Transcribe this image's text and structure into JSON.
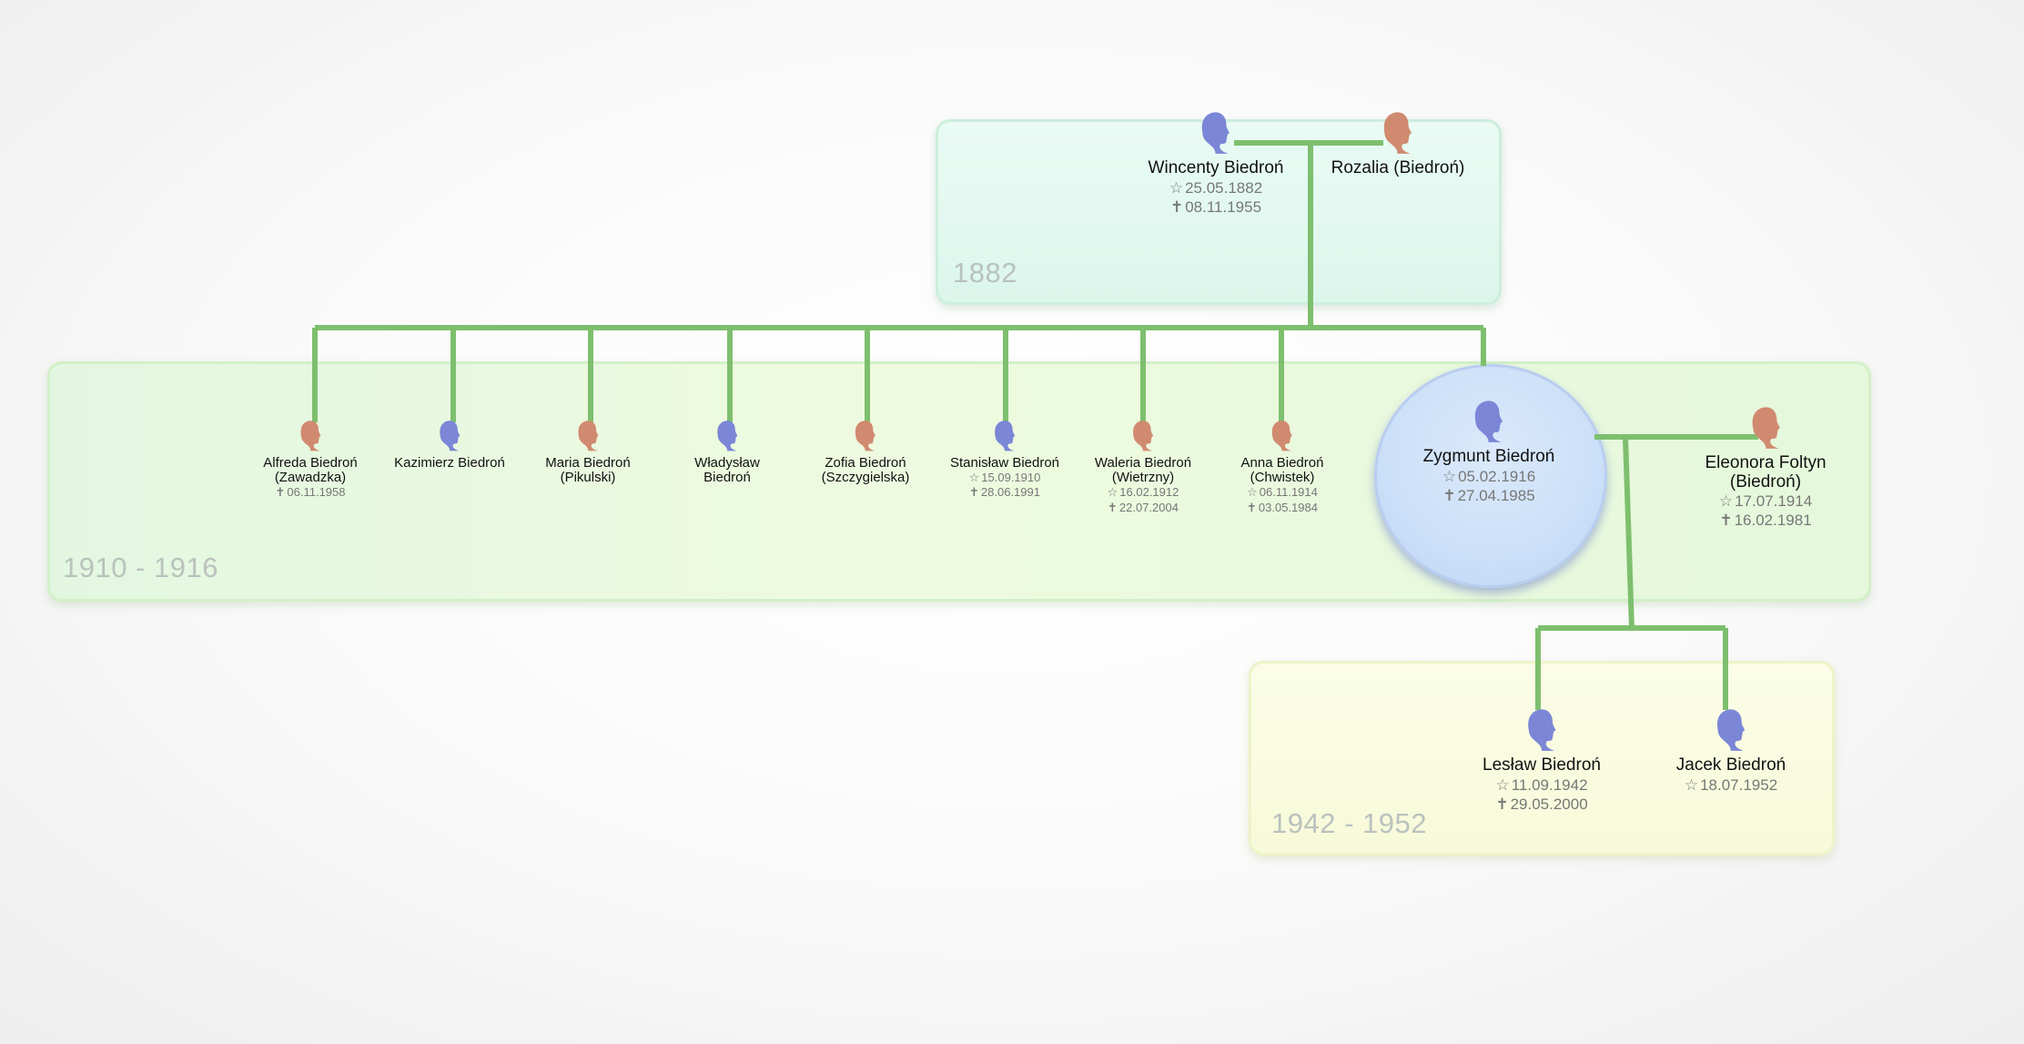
{
  "colors": {
    "male": "#7b86d6",
    "female": "#d08a70",
    "connector": "#7ebf6e"
  },
  "bands": {
    "band1882": {
      "label": "1882"
    },
    "band1910": {
      "label": "1910 - 1916"
    },
    "band1942": {
      "label": "1942 - 1952"
    }
  },
  "people": {
    "wincenty": {
      "name": "Wincenty Biedroń",
      "birth": "25.05.1882",
      "death": "08.11.1955",
      "gender": "male"
    },
    "rozalia": {
      "name": "Rozalia (Biedroń)",
      "gender": "female"
    },
    "alfreda": {
      "name": "Alfreda Biedroń\n(Zawadzka)",
      "death": "06.11.1958",
      "gender": "female"
    },
    "kazimierz": {
      "name": "Kazimierz Biedroń",
      "gender": "male"
    },
    "maria": {
      "name": "Maria Biedroń\n(Pikulski)",
      "gender": "female"
    },
    "wladyslaw": {
      "name": "Władysław\nBiedroń",
      "gender": "male"
    },
    "zofia": {
      "name": "Zofia Biedroń\n(Szczygielska)",
      "gender": "female"
    },
    "stanislaw": {
      "name": "Stanisław Biedroń",
      "birth": "15.09.1910",
      "death": "28.06.1991",
      "gender": "male"
    },
    "waleria": {
      "name": "Waleria Biedroń\n(Wietrzny)",
      "birth": "16.02.1912",
      "death": "22.07.2004",
      "gender": "female"
    },
    "anna": {
      "name": "Anna Biedroń\n(Chwistek)",
      "birth": "06.11.1914",
      "death": "03.05.1984",
      "gender": "female"
    },
    "zygmunt": {
      "name": "Zygmunt Biedroń",
      "birth": "05.02.1916",
      "death": "27.04.1985",
      "gender": "male"
    },
    "eleonora": {
      "name": "Eleonora Foltyn\n(Biedroń)",
      "birth": "17.07.1914",
      "death": "16.02.1981",
      "gender": "female"
    },
    "leslaw": {
      "name": "Lesław Biedroń",
      "birth": "11.09.1942",
      "death": "29.05.2000",
      "gender": "male"
    },
    "jacek": {
      "name": "Jacek Biedroń",
      "birth": "18.07.1952",
      "gender": "male"
    }
  }
}
